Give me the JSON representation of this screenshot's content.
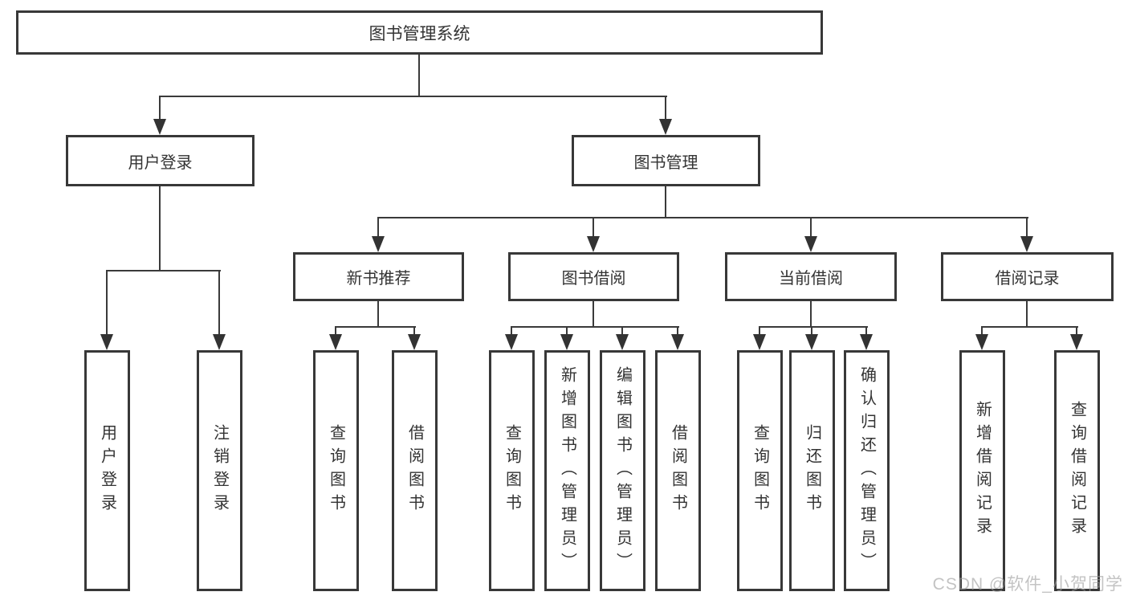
{
  "diagram": {
    "nodes": {
      "root": {
        "label": "图书管理系统"
      },
      "user_login": {
        "label": "用户登录"
      },
      "book_mgmt": {
        "label": "图书管理"
      },
      "new_book_rec": {
        "label": "新书推荐"
      },
      "book_borrow": {
        "label": "图书借阅"
      },
      "current_borrow": {
        "label": "当前借阅"
      },
      "borrow_record": {
        "label": "借阅记录"
      },
      "leaf_user_login": {
        "label": "用户登录"
      },
      "leaf_logout": {
        "label": "注销登录"
      },
      "leaf_query_book_1": {
        "label": "查询图书"
      },
      "leaf_borrow_book_1": {
        "label": "借阅图书"
      },
      "leaf_query_book_2": {
        "label": "查询图书"
      },
      "leaf_add_book": {
        "label": "新增图书（管理员）"
      },
      "leaf_edit_book": {
        "label": "编辑图书（管理员）"
      },
      "leaf_borrow_book_2": {
        "label": "借阅图书"
      },
      "leaf_query_book_3": {
        "label": "查询图书"
      },
      "leaf_return_book": {
        "label": "归还图书"
      },
      "leaf_confirm_return": {
        "label": "确认归还（管理员）"
      },
      "leaf_add_record": {
        "label": "新增借阅记录"
      },
      "leaf_query_record": {
        "label": "查询借阅记录"
      }
    },
    "watermark": "CSDN @软件_小贺同学",
    "colors": {
      "line": "#3a3a3a",
      "text": "#333333",
      "box_background": "#ffffff",
      "watermark": "#9e9e9e"
    }
  }
}
